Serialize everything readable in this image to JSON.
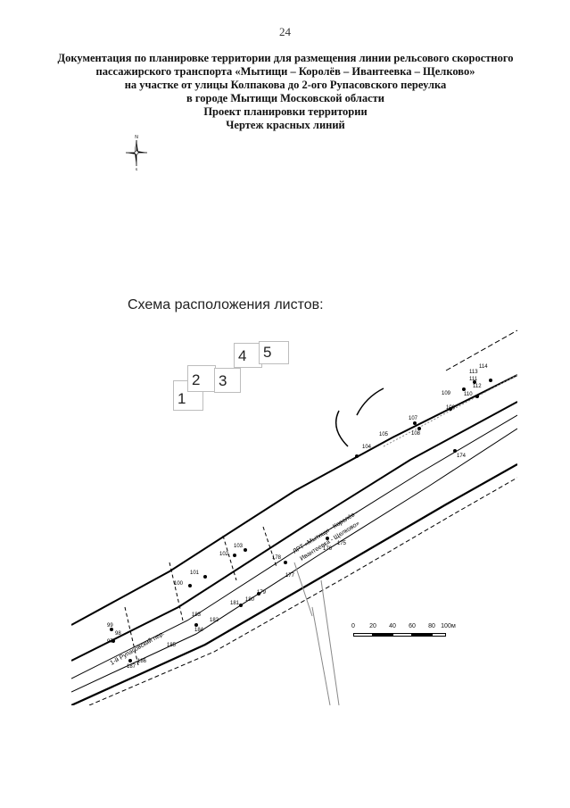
{
  "page_number": "24",
  "header": {
    "lines": [
      "Документация по планировке территории для размещения линии рельсового скоростного",
      "пассажирского транспорта «Мытищи – Королёв – Ивантеевка – Щелково»",
      "на участке от улицы Колпакова до 2-ого Рупасовского переулка",
      "в городе Мытищи Московской области",
      "Проект планировки территории",
      "Чертеж красных линий"
    ]
  },
  "compass": {
    "north": "N",
    "south": "S"
  },
  "scheme_title": "Схема расположения листов:",
  "sheets": [
    "1",
    "2",
    "3",
    "4",
    "5"
  ],
  "map": {
    "rail_label_1": "ЛРТ «Мытищи - Королёв -",
    "rail_label_2": "Ивантеевка - Щелково»",
    "street_label": "1-й Рупасовский пер.",
    "points": [
      "99",
      "98",
      "97",
      "100",
      "101",
      "102",
      "103",
      "104",
      "105",
      "106",
      "107",
      "108",
      "109",
      "110",
      "111",
      "112",
      "113",
      "114",
      "174",
      "175",
      "176",
      "177",
      "178",
      "179",
      "180",
      "181",
      "182",
      "183",
      "184",
      "185",
      "186",
      "187"
    ]
  },
  "scale": {
    "ticks": [
      "0",
      "20",
      "40",
      "60",
      "80",
      "100"
    ],
    "unit": "м"
  }
}
